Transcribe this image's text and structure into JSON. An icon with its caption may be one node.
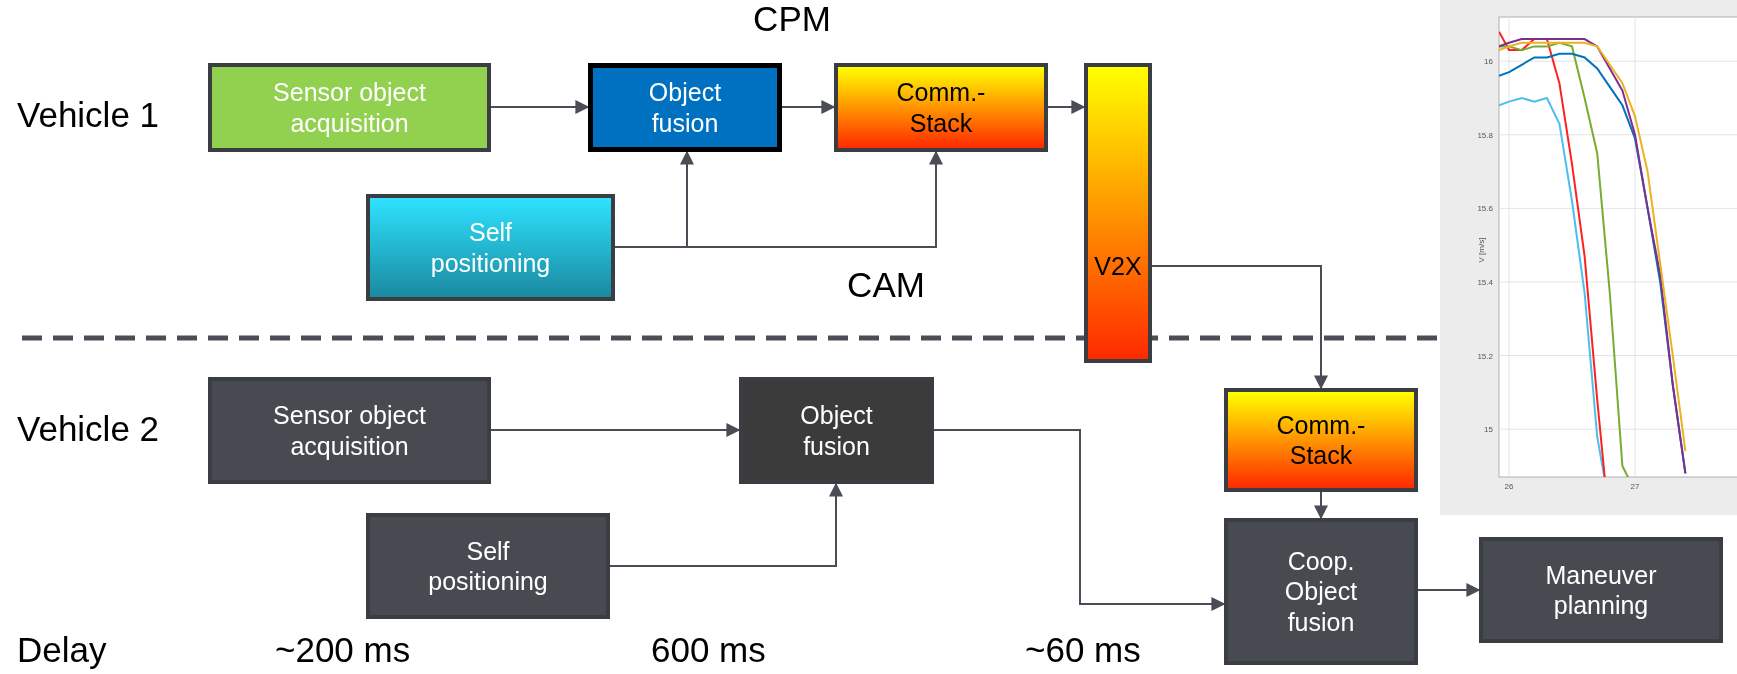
{
  "diagram": {
    "nodes": [
      {
        "text": [
          "Sensor object acquisition"
        ]
      },
      {
        "text": [
          "Object fusion"
        ]
      },
      {
        "text": [
          "Comm.-Stack"
        ]
      },
      {
        "text": [
          "V2X"
        ]
      },
      {
        "text": [
          "Self positioning"
        ]
      },
      {
        "text": [
          "Sensor object acquisition"
        ]
      },
      {
        "text": [
          "Object fusion"
        ]
      },
      {
        "text": [
          "Self positioning"
        ]
      },
      {
        "text": [
          "Comm.-Stack"
        ]
      },
      {
        "text": [
          "Coop. Object fusion"
        ]
      },
      {
        "text": [
          "Maneuver planning"
        ]
      }
    ],
    "edges": [
      {
        "from": 0,
        "to": 1,
        "arrow": "to"
      },
      {
        "from": 1,
        "to": 2,
        "arrow": "to"
      },
      {
        "from": 2,
        "to": 3,
        "arrow": "to"
      },
      {
        "from": 4,
        "to": 1,
        "arrow": "to"
      },
      {
        "from": 4,
        "to": 2,
        "arrow": "to"
      },
      {
        "from": 3,
        "to": 8,
        "arrow": "to"
      },
      {
        "from": 5,
        "to": 6,
        "arrow": "to"
      },
      {
        "from": 7,
        "to": 6,
        "arrow": "to"
      },
      {
        "from": 6,
        "to": 9,
        "arrow": "to"
      },
      {
        "from": 8,
        "to": 9,
        "arrow": "to"
      },
      {
        "from": 9,
        "to": 10,
        "arrow": "to"
      }
    ],
    "labels": [
      "CPM",
      "Vehicle 1",
      "CAM",
      "Vehicle 2",
      "Delay",
      "~200 ms",
      "600 ms",
      "~60 ms"
    ],
    "chart_data": {
      "type": "line",
      "ylabel": "V [m/s]",
      "x": [
        25.92,
        26.0,
        26.1,
        26.2,
        26.3,
        26.4,
        26.5,
        26.6,
        26.7,
        26.8,
        26.9,
        27.0,
        27.1,
        27.2,
        27.3,
        27.4
      ],
      "series": [
        {
          "color": "#4dbeee",
          "values": [
            15.88,
            15.89,
            15.9,
            15.89,
            15.9,
            15.83,
            15.62,
            15.37,
            14.98,
            null,
            null,
            null,
            null,
            null,
            null,
            null
          ]
        },
        {
          "color": "#ff2020",
          "values": [
            16.08,
            16.03,
            16.03,
            16.06,
            16.06,
            15.94,
            15.72,
            15.47,
            15.08,
            null,
            null,
            null,
            null,
            null,
            null,
            null
          ]
        },
        {
          "color": "#77ac30",
          "values": [
            16.04,
            16.04,
            16.03,
            16.04,
            16.04,
            16.05,
            16.04,
            15.9,
            15.75,
            15.37,
            14.9,
            null,
            null,
            null,
            null,
            null
          ]
        },
        {
          "color": "#0072bd",
          "values": [
            15.96,
            15.97,
            15.99,
            16.01,
            16.01,
            16.02,
            16.02,
            16.01,
            15.98,
            15.93,
            15.88,
            15.79,
            15.6,
            15.4,
            15.12,
            14.88
          ]
        },
        {
          "color": "#7e2f8e",
          "values": [
            16.04,
            16.05,
            16.06,
            16.06,
            16.06,
            16.06,
            16.06,
            16.06,
            16.04,
            15.98,
            15.92,
            15.8,
            15.6,
            15.42,
            15.12,
            14.88
          ]
        },
        {
          "color": "#edb120",
          "values": [
            16.03,
            16.04,
            16.05,
            16.05,
            16.05,
            16.05,
            16.05,
            16.05,
            16.04,
            15.99,
            15.94,
            15.85,
            15.7,
            15.45,
            15.2,
            14.94
          ]
        }
      ],
      "xlim": [
        25.92,
        27.81
      ],
      "ylim": [
        14.87,
        16.12
      ],
      "xticks": [
        26,
        27
      ],
      "yticks": [
        15,
        15.2,
        15.4,
        15.6,
        15.8,
        16
      ],
      "grid": true
    }
  }
}
